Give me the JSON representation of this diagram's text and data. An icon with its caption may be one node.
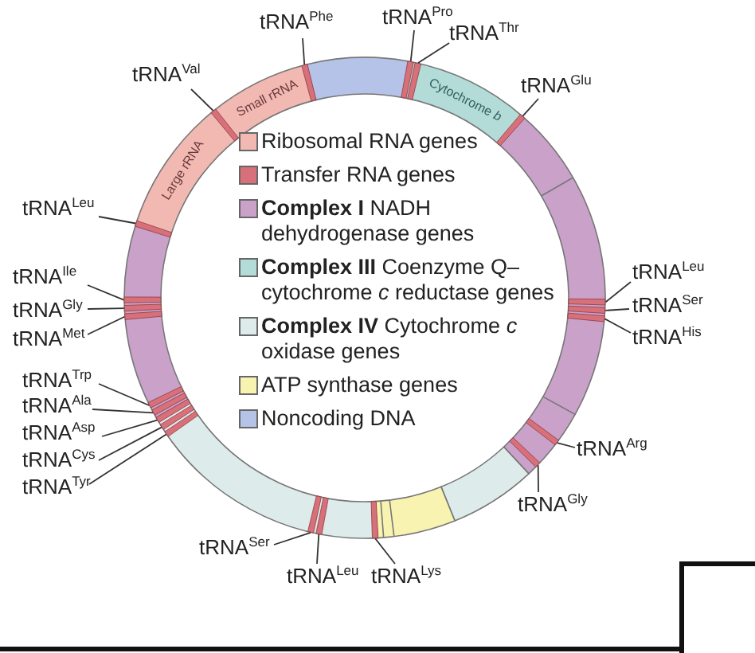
{
  "diagram": {
    "nodes": [
      {
        "text": [
          "tRNA$^{Phe}$"
        ]
      },
      {
        "text": [
          "tRNA$^{Pro}$"
        ]
      },
      {
        "text": [
          "tRNA$^{Thr}$"
        ]
      },
      {
        "text": [
          "tRNA$^{Val}$"
        ]
      },
      {
        "text": [
          "tRNA$^{Glu}$"
        ]
      },
      {
        "text": [
          "Small rRNA"
        ]
      },
      {
        "text": [
          "Cytochrome *b*"
        ]
      },
      {
        "text": [
          "Large rRNA"
        ]
      },
      {
        "text": [
          "tRNA$^{Leu}$"
        ]
      },
      {
        "text": [
          "tRNA$^{Ile}$"
        ]
      },
      {
        "text": [
          "tRNA$^{Gly}$"
        ]
      },
      {
        "text": [
          "tRNA$^{Met}$"
        ]
      },
      {
        "text": [
          "tRNA$^{Leu}$"
        ]
      },
      {
        "text": [
          "tRNA$^{Ser}$"
        ]
      },
      {
        "text": [
          "tRNA$^{His}$"
        ]
      },
      {
        "text": [
          "tRNA$^{Trp}$"
        ]
      },
      {
        "text": [
          "tRNA$^{Ala}$"
        ]
      },
      {
        "text": [
          "tRNA$^{Asp}$"
        ]
      },
      {
        "text": [
          "tRNA$^{Cys}$"
        ]
      },
      {
        "text": [
          "tRNA$^{Tyr}$"
        ]
      },
      {
        "text": [
          "tRNA$^{Arg}$"
        ]
      },
      {
        "text": [
          "tRNA$^{Gly}$"
        ]
      },
      {
        "text": [
          "tRNA$^{Ser}$"
        ]
      },
      {
        "text": [
          "tRNA$^{Leu}$"
        ]
      },
      {
        "text": [
          "tRNA$^{Lys}$"
        ]
      },
      {
        "text": [],
        "shape": "bar"
      },
      {
        "text": [],
        "shape": "bar"
      },
      {
        "text": [],
        "shape": "bar"
      },
      {
        "text": [],
        "shape": "bar"
      },
      {
        "text": [],
        "shape": "bar"
      },
      {
        "text": [],
        "shape": "bar"
      },
      {
        "text": [],
        "shape": "bar"
      },
      {
        "text": [],
        "shape": "bar"
      },
      {
        "text": [],
        "shape": "bar"
      },
      {
        "text": [],
        "shape": "bar"
      },
      {
        "text": [],
        "shape": "bar"
      },
      {
        "text": [],
        "shape": "bar"
      },
      {
        "text": [],
        "shape": "bar"
      },
      {
        "text": [],
        "shape": "bar"
      },
      {
        "text": [],
        "shape": "bar"
      },
      {
        "text": [],
        "shape": "bar"
      },
      {
        "text": [],
        "shape": "bar"
      },
      {
        "text": [],
        "shape": "bar"
      },
      {
        "text": [],
        "shape": "bar"
      },
      {
        "text": [],
        "shape": "bar"
      },
      {
        "text": [],
        "shape": "bar"
      },
      {
        "text": [],
        "shape": "bar"
      }
    ],
    "edges": [
      {
        "from": 0,
        "to": 25,
        "arrow": "none"
      },
      {
        "from": 1,
        "to": 26,
        "arrow": "none"
      },
      {
        "from": 2,
        "to": 27,
        "arrow": "none"
      },
      {
        "from": 3,
        "to": 28,
        "arrow": "none"
      },
      {
        "from": 4,
        "to": 29,
        "arrow": "none"
      },
      {
        "from": 8,
        "to": 30,
        "arrow": "none"
      },
      {
        "from": 9,
        "to": 31,
        "arrow": "none"
      },
      {
        "from": 10,
        "to": 32,
        "arrow": "none"
      },
      {
        "from": 11,
        "to": 33,
        "arrow": "none"
      },
      {
        "from": 12,
        "to": 34,
        "arrow": "none"
      },
      {
        "from": 13,
        "to": 35,
        "arrow": "none"
      },
      {
        "from": 14,
        "to": 36,
        "arrow": "none"
      },
      {
        "from": 15,
        "to": 37,
        "arrow": "none"
      },
      {
        "from": 16,
        "to": 38,
        "arrow": "none"
      },
      {
        "from": 17,
        "to": 39,
        "arrow": "none"
      },
      {
        "from": 18,
        "to": 40,
        "arrow": "none"
      },
      {
        "from": 19,
        "to": 41,
        "arrow": "none"
      },
      {
        "from": 20,
        "to": 42,
        "arrow": "none"
      },
      {
        "from": 21,
        "to": 43,
        "arrow": "none"
      },
      {
        "from": 22,
        "to": 44,
        "arrow": "none"
      },
      {
        "from": 23,
        "to": 45,
        "arrow": "none"
      },
      {
        "from": 24,
        "to": 46,
        "arrow": "none"
      }
    ],
    "legend": [
      {
        "text": "Ribosomal RNA genes",
        "color": "#f2b9b2"
      },
      {
        "text": "Transfer RNA genes",
        "color": "#d8707a"
      },
      {
        "text": "**Complex I** NADH dehydrogenase genes",
        "color": "#c9a1c9"
      },
      {
        "text": "**Complex III** Coenzyme Q–cytochrome *c* reductase genes",
        "color": "#b3dcd8"
      },
      {
        "text": "**Complex IV** Cytochrome *c* oxidase genes",
        "color": "#ddeceb"
      },
      {
        "text": "ATP synthase genes",
        "color": "#f8f3b0"
      },
      {
        "text": "Noncoding DNA",
        "color": "#b5c3e8"
      }
    ]
  }
}
